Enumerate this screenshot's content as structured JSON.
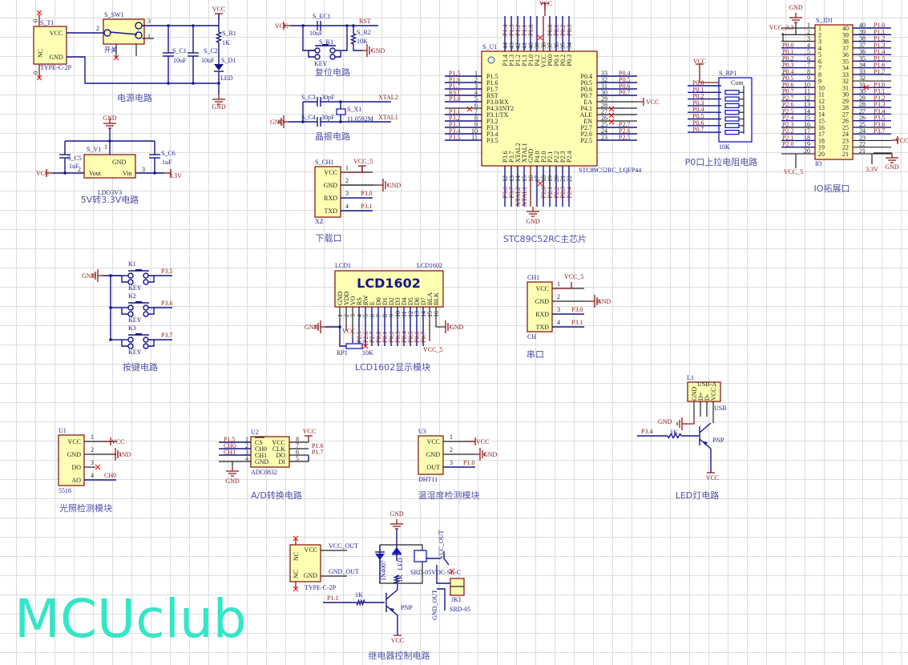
{
  "watermark": "MCUclub",
  "power": {
    "title": "电源电路",
    "t1_ref": "S_T1",
    "t1_part": "TYPE-C-2P",
    "t1_vcc": "VCC",
    "t1_gnd": "GND",
    "t1_nc": "NC",
    "sw_ref": "S_SW1",
    "sw_part": "开关",
    "c1": "S_C1",
    "c1_val": "10uF",
    "c2": "S_C2",
    "c2_val": "10uF",
    "r1": "S_R1",
    "r1_val": "1K",
    "d1": "S_D1",
    "d1_val": "LED",
    "vcc": "VCC",
    "gnd": "GND",
    "p2": "2",
    "p3": "3",
    "p1": "1",
    "p0": "0"
  },
  "ldo": {
    "title": "5V转3.3V电路",
    "ref": "S_V1",
    "part": "LDO3V3",
    "gnd_pin": "GND",
    "vout": "Vout",
    "vin": "Vin",
    "c5": "S_C5",
    "c5_val": "1uF",
    "c6": "S_C6",
    "c6_val": "1uF",
    "vcc": "VCC",
    "v33": "3.3V",
    "gnd": "GND",
    "n1": "1",
    "n2": "2",
    "n3": "3"
  },
  "reset": {
    "title": "复位电路",
    "ec1": "S_EC1",
    "ec1_val": "10uF",
    "k1": "S_K1",
    "k1_val": "KEY",
    "r2": "S_R2",
    "r2_val": "10K",
    "vcc": "VCC",
    "rst": "RST",
    "gnd": "GND"
  },
  "crystal": {
    "title": "晶振电路",
    "c3": "S_C3",
    "c3_val": "30pF",
    "c4": "S_C4",
    "c4_val": "30pF",
    "x1": "S_X1",
    "x1_val": "11.0592M",
    "xtal2": "XTAL2",
    "xtal1": "XTAL1",
    "gnd": "GND"
  },
  "download": {
    "title": "下载口",
    "ref": "S_CH1",
    "part": "XZ",
    "pins": [
      {
        "num": "1",
        "name": "VCC",
        "net": "VCC_5"
      },
      {
        "num": "2",
        "name": "GND",
        "net": "GND"
      },
      {
        "num": "3",
        "name": "RXD",
        "net": "P3.0"
      },
      {
        "num": "4",
        "name": "TXD",
        "net": "P3.1"
      }
    ]
  },
  "mcu": {
    "title": "STC89C52RC主芯片",
    "ref": "S_U1",
    "part": "STC89C52RC_LQFP44",
    "vcc": "VCC",
    "gnd": "GND",
    "ea_vcc": "VCC",
    "top": {
      "nums": [
        "44",
        "43",
        "42",
        "41",
        "40",
        "39",
        "38",
        "37",
        "36",
        "35",
        "34"
      ],
      "names": [
        "P1.4",
        "P1.3",
        "P1.2",
        "P1.1",
        "P1.0",
        "P4.2",
        "VCC",
        "P0.0",
        "P0.1",
        "P0.2",
        "P0.3"
      ],
      "nets": [
        "P1.4",
        "P1.3",
        "P1.2",
        "P1.1",
        "P1.0",
        "",
        "",
        "P0.0",
        "P0.1",
        "P0.2",
        "P0.3"
      ]
    },
    "left": {
      "nums": [
        "1",
        "2",
        "3",
        "4",
        "5",
        "6",
        "7",
        "8",
        "9",
        "10",
        "11"
      ],
      "names": [
        "P1.5",
        "P1.6",
        "P1.7",
        "RST",
        "P3.0/RX",
        "P4.3/INT2",
        "P3.1/TX",
        "P3.2",
        "P3.3",
        "P3.4",
        "P3.5"
      ],
      "nets": [
        "P1.5",
        "P1.6",
        "P1.7",
        "RST",
        "P3.0",
        "",
        "P3.1",
        "P3.2",
        "P3.3",
        "P3.4",
        "P3.5"
      ]
    },
    "right": {
      "nums": [
        "33",
        "32",
        "31",
        "30",
        "29",
        "28",
        "27",
        "26",
        "25",
        "24",
        "23"
      ],
      "names": [
        "P0.4",
        "P0.5",
        "P0.6",
        "P0.7",
        "EA",
        "P4.1",
        "ALE",
        "EN",
        "P2.7",
        "P2.6",
        "P2.5"
      ],
      "nets": [
        "P0.4",
        "P0.5",
        "P0.6",
        "P0.7",
        "",
        "",
        "",
        "",
        "P2.7",
        "P2.6",
        "P2.5"
      ]
    },
    "bottom": {
      "nums": [
        "12",
        "13",
        "14",
        "15",
        "16",
        "17",
        "18",
        "19",
        "20",
        "21",
        "22"
      ],
      "names": [
        "P3.6",
        "P3.7",
        "XTAL2",
        "XTAL1",
        "GND",
        "P4.0",
        "P2.0",
        "P2.1",
        "P2.2",
        "P2.3",
        "P2.4"
      ],
      "nets": [
        "P3.6",
        "P3.7",
        "XTAL2",
        "XTAL1",
        "",
        "",
        "P2.0",
        "P2.1",
        "P2.2",
        "P2.3",
        "P2.4"
      ]
    }
  },
  "pullup": {
    "title": "P0口上拉电阻电路",
    "ref": "S_RP1",
    "val": "10K",
    "com": "Com",
    "vcc": "VCC",
    "nets": [
      "P0.0",
      "P0.1",
      "P0.2",
      "P0.3",
      "P0.4",
      "P0.5",
      "P0.6",
      "P0.7"
    ]
  },
  "io": {
    "title": "IO拓展口",
    "ref": "S_JD1",
    "part": "IO",
    "gnd": "GND",
    "vcc33": "VCC_3.3",
    "vcc5": "VCC_5",
    "v33": "3.3V",
    "vcc": "VCC",
    "gnd2": "GND",
    "left_nets": [
      "",
      "",
      "",
      "P0.0",
      "P0.1",
      "P0.2",
      "P0.3",
      "P0.4",
      "P0.5",
      "P0.6",
      "P0.7",
      "P2.7",
      "P2.6",
      "P2.5",
      "P2.4",
      "P2.3",
      "P2.2",
      "P2.1",
      "P2.0",
      ""
    ],
    "right_nets": [
      "P1.0",
      "P1.1",
      "P1.2",
      "P1.3",
      "P1.4",
      "P1.5",
      "P1.6",
      "P1.7",
      "",
      "P3.0",
      "P3.1",
      "P3.2",
      "P3.3",
      "P3.4",
      "P3.5",
      "P3.6",
      "P3.7",
      "",
      "",
      ""
    ]
  },
  "keys": {
    "title": "按键电路",
    "gnd": "GND",
    "items": [
      {
        "ref": "K1",
        "val": "KEY",
        "net": "P3.5"
      },
      {
        "ref": "K2",
        "val": "KEY",
        "net": "P3.6"
      },
      {
        "ref": "K3",
        "val": "KEY",
        "net": "P3.7"
      }
    ]
  },
  "lcd": {
    "title": "LCD1602显示模块",
    "ref": "LCD1",
    "part": "LCD1602",
    "label": "LCD1602",
    "gnd": "GND",
    "gnd2": "GND",
    "vcc": "VCC",
    "vcc5": "VCC_5",
    "rp": "RP1",
    "rp_val": "10K",
    "pins": [
      "GND",
      "VDD",
      "VO",
      "RS",
      "RW",
      "E",
      "D0",
      "D1",
      "D2",
      "D3",
      "D4",
      "D5",
      "D6",
      "D7",
      "BLA",
      "BLK"
    ],
    "nets": [
      "",
      "",
      "",
      "P2.5",
      "P2.6",
      "P2.7",
      "P0.0",
      "P0.1",
      "P0.2",
      "P0.3",
      "P0.4",
      "P0.5",
      "P0.6",
      "P0.7",
      "",
      ""
    ]
  },
  "serial": {
    "title": "串口",
    "ref": "CH1",
    "part": "CH",
    "pins": [
      {
        "num": "1",
        "name": "VCC",
        "net": "VCC_5"
      },
      {
        "num": "2",
        "name": "GND",
        "net": "GND"
      },
      {
        "num": "3",
        "name": "RXD",
        "net": "P3.0"
      },
      {
        "num": "4",
        "name": "TXD",
        "net": "P3.1"
      }
    ]
  },
  "light": {
    "title": "光照检测模块",
    "ref": "U1",
    "part": "5516",
    "pins": [
      {
        "num": "1",
        "name": "VCC",
        "net": "VCC"
      },
      {
        "num": "2",
        "name": "GND",
        "net": "GND"
      },
      {
        "num": "3",
        "name": "DO",
        "net": ""
      },
      {
        "num": "4",
        "name": "AO",
        "net": "CH0"
      }
    ]
  },
  "adc": {
    "title": "A/D转换电路",
    "ref": "U2",
    "part": "ADC0832",
    "gnd": "GND",
    "vcc": "VCC",
    "left": [
      {
        "num": "1",
        "name": "CS",
        "net": "P1.5"
      },
      {
        "num": "2",
        "name": "CH0",
        "net": "CH0"
      },
      {
        "num": "3",
        "name": "CH1",
        "net": "CH1"
      },
      {
        "num": "4",
        "name": "GND",
        "net": ""
      }
    ],
    "right": [
      {
        "num": "8",
        "name": "VCC",
        "net": ""
      },
      {
        "num": "7",
        "name": "CLK",
        "net": "P1.6"
      },
      {
        "num": "6",
        "name": "DO",
        "net": "P1.7"
      },
      {
        "num": "5",
        "name": "DI",
        "net": ""
      }
    ]
  },
  "dht": {
    "title": "温湿度检测模块",
    "ref": "U3",
    "part": "DHT11",
    "pins": [
      {
        "num": "1",
        "name": "VCC",
        "net": "VCC"
      },
      {
        "num": "2",
        "name": "GND",
        "net": "GND"
      },
      {
        "num": "3",
        "name": "OUT",
        "net": "P1.0"
      }
    ]
  },
  "led": {
    "title": "LED灯电路",
    "ref": "L1",
    "part": "USB",
    "usb": "USB-A",
    "pins": [
      "GND",
      "D+",
      "D-",
      "VCC"
    ],
    "net": "P3.4",
    "r": "1K",
    "q": "PNP",
    "vcc": "VCC",
    "gnd": "GND"
  },
  "relay": {
    "title": "继电器控制电路",
    "part": "TYPE-C-2P",
    "vcc": "VCC",
    "gnd": "GND",
    "nc": "NC",
    "vcc_out": "VCC_OUT",
    "gnd_out": "GND_OUT",
    "diode": "1N4007",
    "led": "LED",
    "r": "1K",
    "relay": "SRD-05VDC-SL-C",
    "jk": "JK1",
    "jk_val": "SRD-05",
    "net": "P1.1",
    "r2": "1K",
    "q": "PNP",
    "vcc_b": "VCC",
    "gnd_t": "GND",
    "vcc_out2": "VCC_OUT",
    "gnd_out2": "GND_OUT"
  }
}
